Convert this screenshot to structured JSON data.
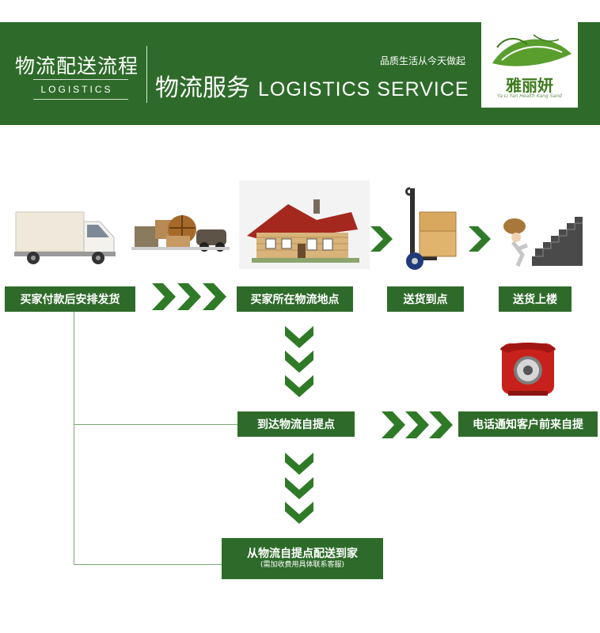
{
  "header": {
    "title_cn": "物流配送流程",
    "title_en": "LOGISTICS",
    "main_cn": "物流服务",
    "main_en": "LOGISTICS SERVICE",
    "slogan": "品质生活从今天做起",
    "logo": {
      "brand": "雅丽妍",
      "tagline": "Ya Li Yan Health Kang Sand"
    }
  },
  "steps": {
    "buyer_pays": "买家付款后安排发货",
    "buyer_location": "买家所在物流地点",
    "deliver_point": "送货到点",
    "deliver_upstairs": "送货上楼",
    "arrive_pickup": "到达物流自提点",
    "phone_notify": "电话通知客户前来自提",
    "deliver_home": "从物流自提点配送到家",
    "deliver_home_note": "(需加收费用具体联系客服)"
  },
  "colors": {
    "primary_green": "#2e6b2a",
    "arrow_green": "#2f7a27",
    "line_green": "#7aa876"
  },
  "icons": [
    "truck-icon",
    "packages-icon",
    "house-icon",
    "hand-truck-icon",
    "stairs-carrier-icon",
    "telephone-icon"
  ]
}
